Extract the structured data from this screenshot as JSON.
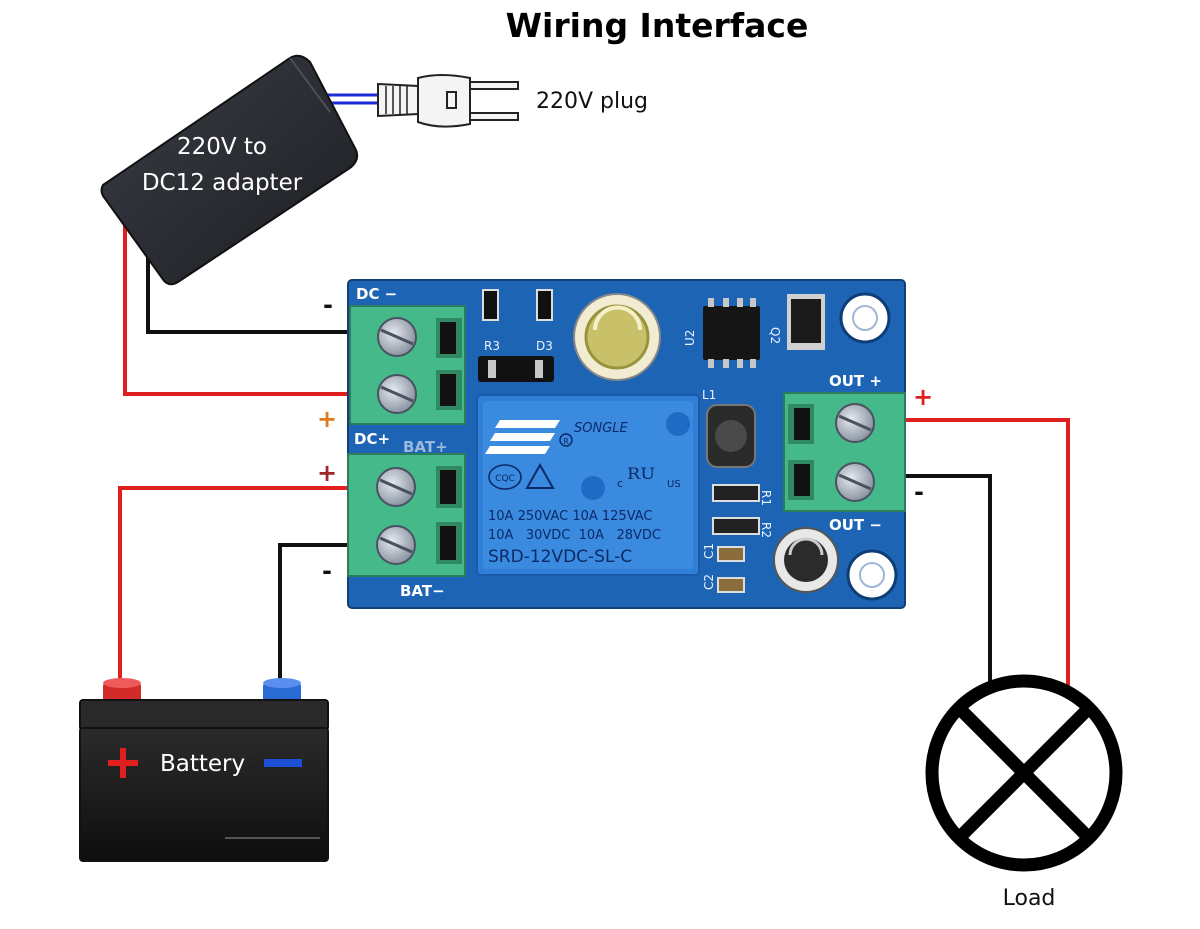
{
  "title": "Wiring Interface",
  "plug": {
    "label": "220V plug"
  },
  "adapter": {
    "line1": "220V to",
    "line2": "DC12 adapter"
  },
  "board": {
    "dc_minus": "DC −",
    "dc_plus": "DC+",
    "bat_plus": "BAT+",
    "bat_minus": "BAT−",
    "out_plus": "OUT +",
    "out_minus": "OUT −",
    "r3": "R3",
    "d3": "D3",
    "u2": "U2",
    "q2": "Q2",
    "l1": "L1",
    "r1": "R1",
    "r2": "R2",
    "c1": "C1",
    "c2": "C2"
  },
  "relay": {
    "brand": "SONGLE",
    "spec1": "10A 250VAC  10A 125VAC",
    "spec2": "10A   30VDC  10A   28VDC",
    "model": "SRD-12VDC-SL-C",
    "cqc": "CQC",
    "ru": "R",
    "us": "US",
    "c": "c"
  },
  "signs": {
    "dc_minus": "-",
    "dc_plus": "+",
    "bat_plus": "+",
    "bat_minus": "-",
    "out_plus": "+",
    "out_minus": "-"
  },
  "battery": {
    "label": "Battery"
  },
  "load": {
    "label": "Load"
  },
  "colors": {
    "pcb": "#1d64b4",
    "terminal": "#45b98a",
    "wire_red": "#e0201e",
    "wire_black": "#111111",
    "relay": "#2f7fd8"
  }
}
